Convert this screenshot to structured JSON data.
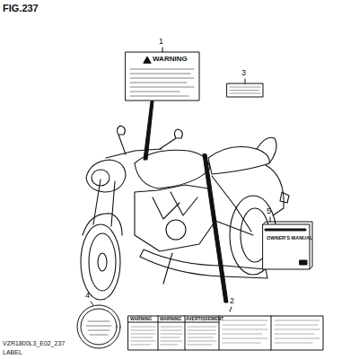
{
  "diagram": {
    "nodes": [
      {
        "text": [
          "WARNING"
        ]
      },
      {
        "text": [
          "OWNER'S MANUAL"
        ]
      },
      {
        "text": [
          "WARNING",
          "WARNING",
          "AVERTISSEMENT"
        ]
      }
    ],
    "labels": [
      "FIG.237",
      "1",
      "3",
      "5",
      "4",
      "2",
      "VZR1800L3_E02_237",
      "LABEL"
    ]
  }
}
